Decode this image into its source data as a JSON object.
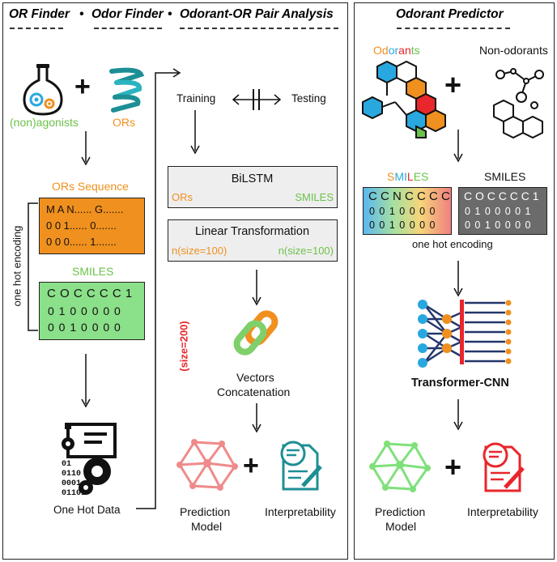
{
  "left_panel": {
    "title_or_finder": "OR Finder",
    "title_odor_finder": "Odor Finder",
    "title_pair_analysis": "Odorant-OR Pair Analysis",
    "bullet": "•",
    "agonists_label": "(non)agonists",
    "ors_label": "ORs",
    "plus": "+",
    "or_sequence": {
      "title": "ORs Sequence",
      "rows": [
        "M A N...... G.......",
        "0 0 1...... 0.......",
        "0 0 0...... 1......."
      ]
    },
    "one_hot_encoding_label": "one hot encoding",
    "smiles_matrix": {
      "title": "SMILES",
      "rows": [
        "C O C C C C 1",
        "0 1 0 0 0 0 0",
        "0 0 1 0 0 0 0"
      ]
    },
    "data_icon_bits": [
      "01",
      "0110",
      "0001",
      "01101"
    ],
    "one_hot_data_label": "One Hot Data",
    "training_label": "Training",
    "testing_label": "Testing",
    "bilstm": {
      "title": "BiLSTM",
      "left": "ORs",
      "right": "SMILES"
    },
    "linear": {
      "title": "Linear Transformation",
      "left": "n(size=100)",
      "right": "n(size=100)"
    },
    "size_label": "(size=200)",
    "concat_label_1": "Vectors",
    "concat_label_2": "Concatenation",
    "prediction_label_1": "Prediction",
    "prediction_label_2": "Model",
    "interpretability_label": "Interpretability"
  },
  "right_panel": {
    "title": "Odorant Predictor",
    "odorants_letters": [
      "O",
      "d",
      "o",
      "r",
      "a",
      "n",
      "t",
      "s"
    ],
    "non_odorants_label": "Non-odorants",
    "plus": "+",
    "smiles_colored_letters": [
      "S",
      "M",
      "I",
      "L",
      "E",
      "S"
    ],
    "smiles_gray_title": "SMILES",
    "colored_matrix_rows": [
      "C C N C C C C",
      "0 0 1 0 0 0 0",
      "0 0 1 0 0 0 0"
    ],
    "gray_matrix_rows": [
      "C O C C C C 1",
      "0 1 0 0 0 0 1",
      "0 0 1 0 0 0 0"
    ],
    "one_hot_encoding_label": "one hot encoding",
    "model_label": "Transformer-CNN",
    "prediction_label_1": "Prediction",
    "prediction_label_2": "Model",
    "interpretability_label": "Interpretability"
  },
  "colors": {
    "green": "#6cc24a",
    "orange": "#f0901e",
    "red": "#e8262b",
    "teal": "#1d8f94",
    "pink": "#f08a8a",
    "light_green": "#7fe07a",
    "navy": "#24366b",
    "blue": "#29a8df",
    "gray_box": "#6b6b6b"
  },
  "icons": [
    "flask-icon",
    "protein-helix-icon",
    "chain-link-icon",
    "network-icon",
    "document-magnifier-icon",
    "data-gears-icon",
    "molecule-icon",
    "neural-network-icon"
  ]
}
